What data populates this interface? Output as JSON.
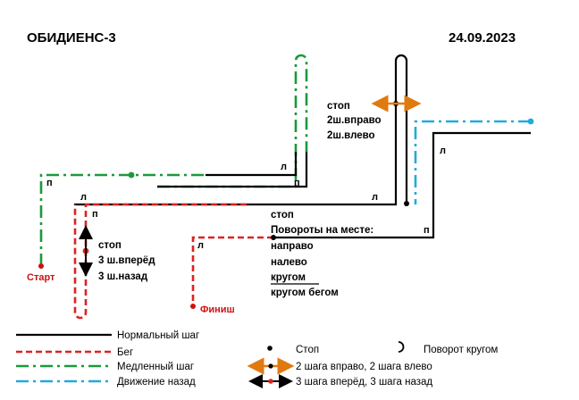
{
  "header": {
    "title": "ОБИДИЕНС-3",
    "date": "24.09.2023"
  },
  "course": {
    "start_label": "Старт",
    "finish_label": "Финиш",
    "turn_labels": [
      "п",
      "л",
      "п",
      "л",
      "п",
      "л",
      "л",
      "п",
      "л"
    ],
    "stop_turns_note": [
      "стоп",
      "2ш.вправо",
      "2ш.влево"
    ],
    "stop_forward_back_note": [
      "стоп",
      "3 ш.вперёд",
      "3 ш.назад"
    ],
    "stop_rotations_note": [
      "стоп",
      "Повороты на месте:",
      "направо",
      "налево",
      "кругом",
      "кругом бегом"
    ]
  },
  "legend": {
    "normal_walk": "Нормальный шаг",
    "run": "Бег",
    "slow_walk": "Медленный шаг",
    "backward": "Движение назад",
    "stop": "Стоп",
    "about_turn": "Поворот кругом",
    "side_steps": "2 шага вправо, 2 шага влево",
    "fwd_back_steps": "3 шага вперёд, 3 шага назад"
  },
  "colors": {
    "normal": "#000000",
    "run": "#dd2222",
    "slow": "#1a9a3a",
    "backward": "#22aadd",
    "side_arrow": "#e07a10"
  }
}
